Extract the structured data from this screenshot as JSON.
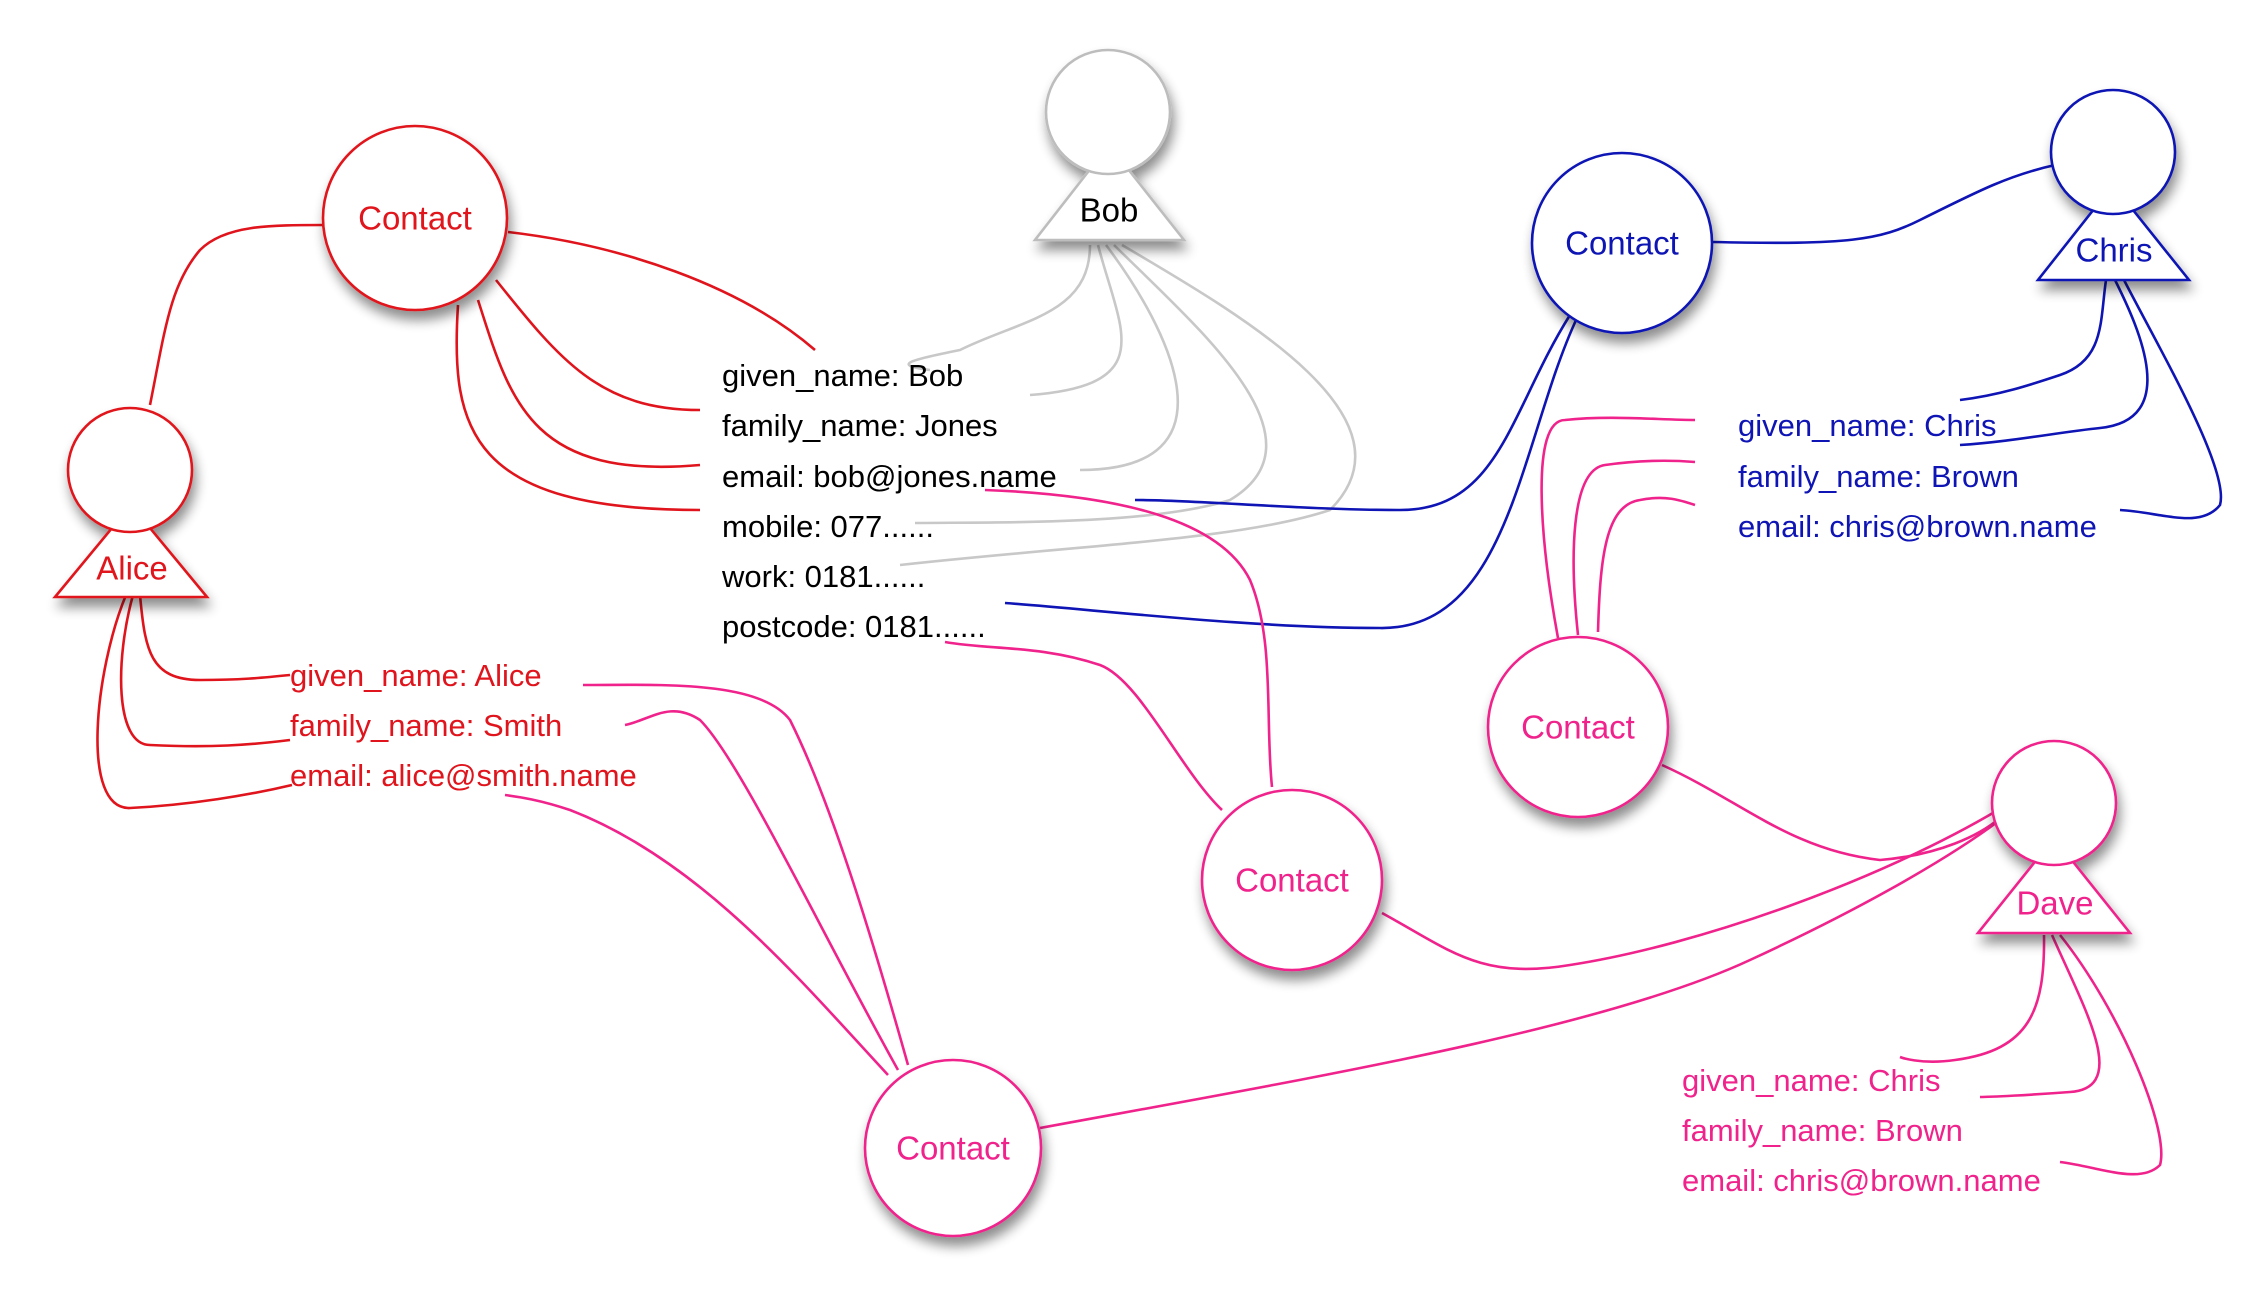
{
  "colors": {
    "alice": "#e0141c",
    "bob": "#000000",
    "bob_lines": "#c8c8c8",
    "chris": "#0f14b4",
    "dave": "#f0238c",
    "neutral_node": "#bdbdbd"
  },
  "people": {
    "alice": "Alice",
    "bob": "Bob",
    "chris": "Chris",
    "dave": "Dave"
  },
  "contacts": {
    "alice_contact": "Contact",
    "chris_contact": "Contact",
    "bob_dave_contact": "Contact",
    "chris_dave_contact": "Contact",
    "alice_dave_contact": "Contact"
  },
  "bob_fields": [
    "given_name: Bob",
    "family_name: Jones",
    "email: bob@jones.name",
    "mobile: 077......",
    "work: 0181......",
    "postcode: 0181......"
  ],
  "chris_fields": [
    "given_name: Chris",
    "family_name: Brown",
    "email: chris@brown.name"
  ],
  "alice_fields": [
    "given_name: Alice",
    "family_name: Smith",
    "email: alice@smith.name"
  ],
  "dave_fields": [
    "given_name: Chris",
    "family_name: Brown",
    "email: chris@brown.name"
  ]
}
